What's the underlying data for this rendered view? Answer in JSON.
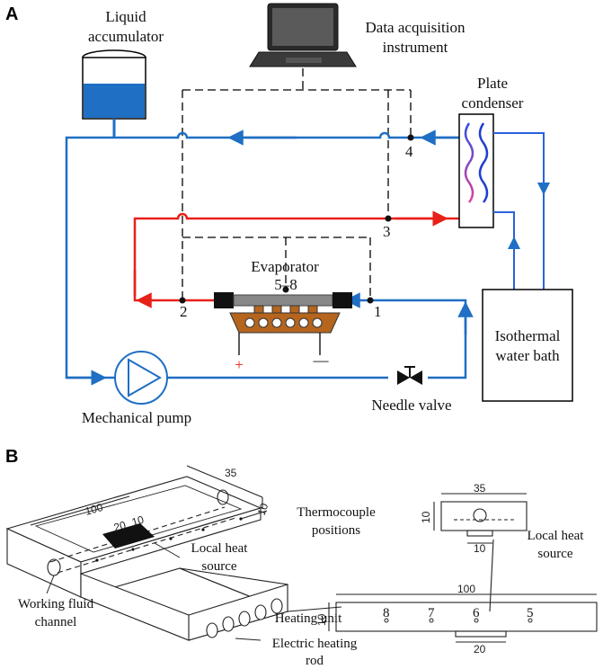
{
  "panel_a": {
    "letter": "A",
    "liquid_accumulator": [
      "Liquid",
      "accumulator"
    ],
    "data_acquisition": [
      "Data acquisition",
      "instrument"
    ],
    "plate_condenser": [
      "Plate",
      "condenser"
    ],
    "evaporator": "Evaporator",
    "evap_points": "5–8",
    "isothermal": [
      "Isothermal",
      "water bath"
    ],
    "mechanical_pump": "Mechanical pump",
    "needle_valve": "Needle valve",
    "points": [
      "1",
      "2",
      "3",
      "4"
    ],
    "plus": "+",
    "minus": "—"
  },
  "panel_b": {
    "letter": "B",
    "thermocouple": [
      "Thermocouple",
      "positions"
    ],
    "local_heat_left": [
      "Local heat",
      "source"
    ],
    "working_fluid": [
      "Working fluid",
      "channel"
    ],
    "heating_unit": "Heating unit",
    "electric_rod": [
      "Electric heating",
      "rod"
    ],
    "local_heat_right": [
      "Local heat",
      "source"
    ],
    "dims_iso": [
      "35",
      "100",
      "10",
      "20",
      "10"
    ],
    "dims_side": [
      "35",
      "10",
      "10",
      "100",
      "10",
      "20"
    ],
    "tc_labels": [
      "8",
      "7",
      "6",
      "5"
    ]
  },
  "colors": {
    "blue": "#1f6fc4",
    "red": "#e8201a",
    "wood": "#b5651d"
  }
}
